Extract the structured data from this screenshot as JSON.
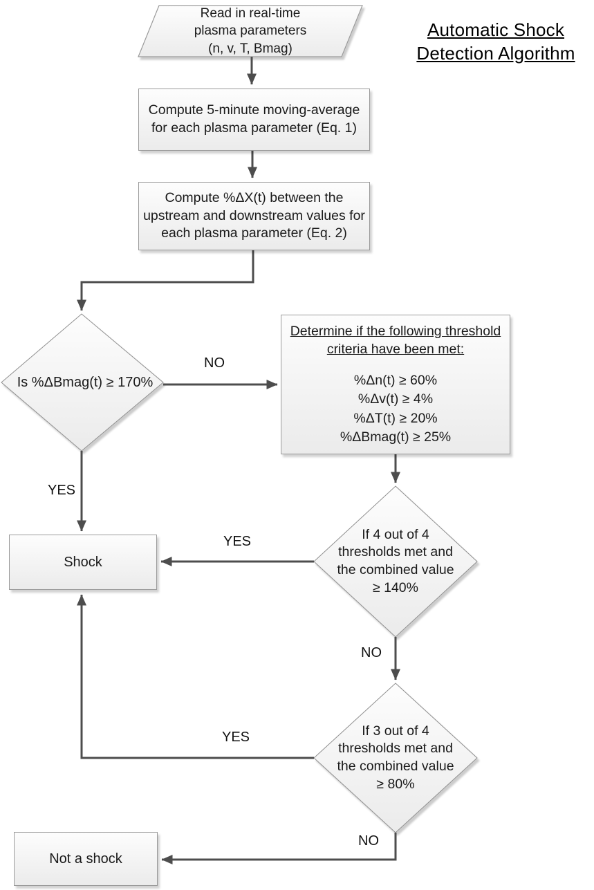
{
  "title": "Automatic Shock\nDetection Algorithm",
  "nodes": {
    "input": {
      "text": "Read in real-time\nplasma parameters\n(n, v, T, Bmag)"
    },
    "moving_average": {
      "text": "Compute 5-minute moving-average\nfor each plasma parameter (Eq. 1)"
    },
    "compute_delta": {
      "text": "Compute %ΔX(t) between the\nupstream and downstream values for\neach plasma parameter (Eq. 2)"
    },
    "bmag_decision": {
      "text": "Is %ΔBmag(t) ≥  170%"
    },
    "threshold_box": {
      "heading": "Determine if the following threshold\ncriteria have been met:",
      "criteria": [
        "%Δn(t) ≥  60%",
        "%Δv(t) ≥  4%",
        "%ΔT(t) ≥  20%",
        "%ΔBmag(t) ≥  25%"
      ]
    },
    "four_of_four": {
      "text": "If 4 out of 4\nthresholds met and\nthe combined value\n≥ 140%"
    },
    "three_of_four": {
      "text": "If 3 out of 4\nthresholds met and\nthe combined value\n≥  80%"
    },
    "shock": {
      "text": "Shock"
    },
    "not_shock": {
      "text": "Not a shock"
    }
  },
  "labels": {
    "bmag_no": "NO",
    "bmag_yes": "YES",
    "four_yes": "YES",
    "four_no": "NO",
    "three_yes": "YES",
    "three_no": "NO"
  },
  "colors": {
    "connector": "#4d4d4d",
    "box_border": "#9a9a9a",
    "box_fill_top": "#fdfdfd",
    "box_fill_bottom": "#ebebeb",
    "text": "#1a1a1a"
  }
}
